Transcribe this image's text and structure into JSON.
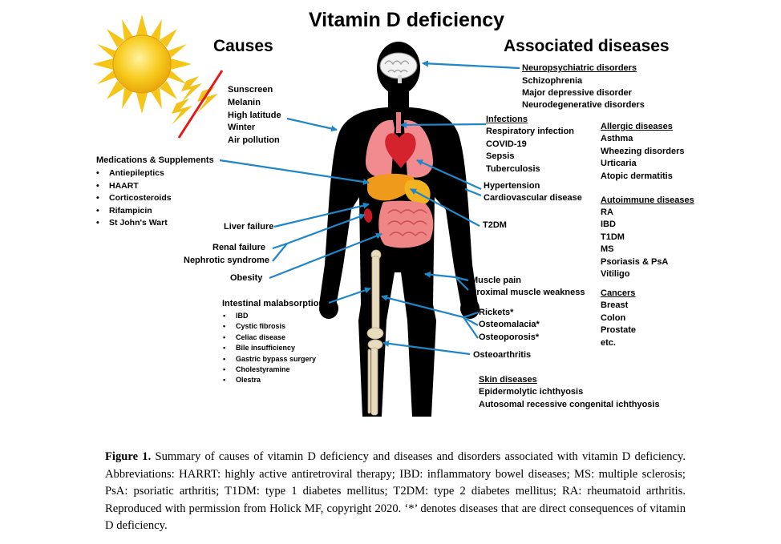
{
  "title": "Vitamin D deficiency",
  "causes_heading": "Causes",
  "diseases_heading": "Associated diseases",
  "causes": {
    "environment": [
      "Sunscreen",
      "Melanin",
      "High latitude",
      "Winter",
      "Air pollution"
    ],
    "medications_title": "Medications & Supplements",
    "medications": [
      "Antiepileptics",
      "HAART",
      "Corticosteroids",
      "Rifampicin",
      "St John's Wart"
    ],
    "liver": "Liver failure",
    "renal": "Renal failure",
    "nephrotic": "Nephrotic syndrome",
    "obesity": "Obesity",
    "malabsorption_title": "Intestinal malabsorption",
    "malabsorption": [
      "IBD",
      "Cystic fibrosis",
      "Celiac disease",
      "Bile insufficiency",
      "Gastric bypass surgery",
      "Cholestyramine",
      "Olestra"
    ]
  },
  "diseases": {
    "neuro_title": "Neuropsychiatric disorders",
    "neuro": [
      "Schizophrenia",
      "Major depressive disorder",
      "Neurodegenerative disorders"
    ],
    "infections_title": "Infections",
    "infections": [
      "Respiratory infection",
      "COVID-19",
      "Sepsis",
      "Tuberculosis"
    ],
    "cardio": [
      "Hypertension",
      "Cardiovascular disease"
    ],
    "t2dm": "T2DM",
    "muscle": [
      "Muscle pain",
      "Proximal muscle weakness"
    ],
    "bone": [
      "Rickets*",
      "Osteomalacia*",
      "Osteoporosis*"
    ],
    "osteoarthritis": "Osteoarthritis",
    "skin_title": "Skin diseases",
    "skin": [
      "Epidermolytic  ichthyosis",
      "Autosomal recessive congenital ichthyosis"
    ],
    "allergic_title": "Allergic diseases",
    "allergic": [
      "Asthma",
      "Wheezing disorders",
      "Urticaria",
      "Atopic dermatitis"
    ],
    "autoimmune_title": "Autoimmune diseases",
    "autoimmune": [
      "RA",
      "IBD",
      "T1DM",
      "MS",
      "Psoriasis & PsA",
      "Vitiligo"
    ],
    "cancers_title": "Cancers",
    "cancers": [
      "Breast",
      "Colon",
      "Prostate",
      "etc."
    ]
  },
  "caption": {
    "label": "Figure 1.",
    "text": " Summary of causes of vitamin D deficiency and diseases and disorders associated with vitamin D deficiency. Abbreviations: HARRT: highly active antiretroviral therapy; IBD: inflammatory bowel diseases; MS: multiple sclerosis; PsA: psoriatic arthritis; T1DM: type 1 diabetes mellitus; T2DM: type 2 diabetes mellitus; RA: rheumatoid arthritis. Reproduced with permission from Holick MF, copyright 2020. ‘*’ denotes diseases that are direct consequences of vitamin D deficiency."
  },
  "colors": {
    "arrow": "#1f86c8",
    "body": "#000000",
    "sun": "#f5c518",
    "ban": "#e01b1b",
    "organ_red": "#e8303a",
    "lung": "#f18b8f"
  }
}
